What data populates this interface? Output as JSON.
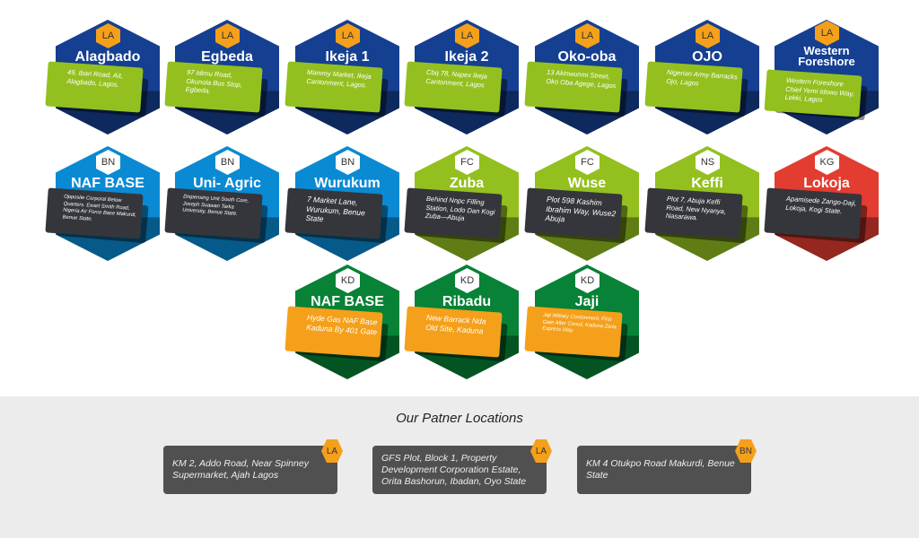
{
  "colors": {
    "lagos": "#153f91",
    "benue": "#0a8ad3",
    "fct": "#93c01f",
    "kogi": "#e33c30",
    "kaduna": "#078236",
    "orange": "#f5a01a",
    "dark": "#35363b"
  },
  "locations": [
    {
      "state": "LA",
      "name": "Alagbado",
      "address": "49, Ibari Road, Ait, Alagbado, Lagos."
    },
    {
      "state": "LA",
      "name": "Egbeda",
      "address": "97 Idimu Road, Okunola Bus Stop, Egbeda."
    },
    {
      "state": "LA",
      "name": "Ikeja 1",
      "address": "Mammy Market, Ikeja Cantonment, Lagos."
    },
    {
      "state": "LA",
      "name": "Ikeja 2",
      "address": "Cbq 78, Napex Ikeja Cantonment, Lagos"
    },
    {
      "state": "LA",
      "name": "Oko-oba",
      "address": "13 Akinwunmi Street, Oko Oba Agege, Lagos"
    },
    {
      "state": "LA",
      "name": "OJO",
      "address": "Nigerian Army Barracks Ojo, Lagos"
    },
    {
      "state": "LA",
      "name": "Western Foreshore",
      "address": "Western Foreshore Chief Yemi Idowu Way, Lekki, Lagos"
    },
    {
      "state": "BN",
      "name": "NAF BASE",
      "address": "Opposite Corporal Below Quarters. Ewart Smith Road, Nigeria Air Force Base Makurdi, Benue State."
    },
    {
      "state": "BN",
      "name": "Uni- Agric",
      "address": "Dispensing Unit South Core, Joseph Suawan Tarka University, Benue State."
    },
    {
      "state": "BN",
      "name": "Wurukum",
      "address": "7 Market Lane, Wurukum, Benue State"
    },
    {
      "state": "FC",
      "name": "Zuba",
      "address": "Behind Nnpc Filling Station, Lodo Dan Kogi Zuba—Abuja"
    },
    {
      "state": "FC",
      "name": "Wuse",
      "address": "Plot 598 Kashim Ibrahim Way, Wuse2 Abuja"
    },
    {
      "state": "NS",
      "name": "Keffi",
      "address": "Plot 7, Abuja Keffi Road, New Nyanya, Nasarawa."
    },
    {
      "state": "KG",
      "name": "Lokoja",
      "address": "Apamisede Zango-Daji, Lokoja, Kogi State."
    },
    {
      "state": "KD",
      "name": "NAF BASE",
      "address": "Hyde Gas NAF Base Kaduna By 401 Gate"
    },
    {
      "state": "KD",
      "name": "Ribadu",
      "address": "New Barrack Nda Old Site, Kaduna"
    },
    {
      "state": "KD",
      "name": "Jaji",
      "address": "Jaji Military Contonment, First Gate After Conoil, Kaduna Zaria Express Way."
    }
  ],
  "partners": {
    "title": "Our Patner Locations",
    "items": [
      {
        "state": "LA",
        "address": "KM 2, Addo Road, Near Spinney Supermarket, Ajah Lagos"
      },
      {
        "state": "LA",
        "address": "GFS Plot, Block 1, Property Development Corporation Estate, Orita Bashorun, Ibadan, Oyo State"
      },
      {
        "state": "BN",
        "address": "KM 4 Otukpo Road Makurdi, Benue State"
      }
    ]
  }
}
